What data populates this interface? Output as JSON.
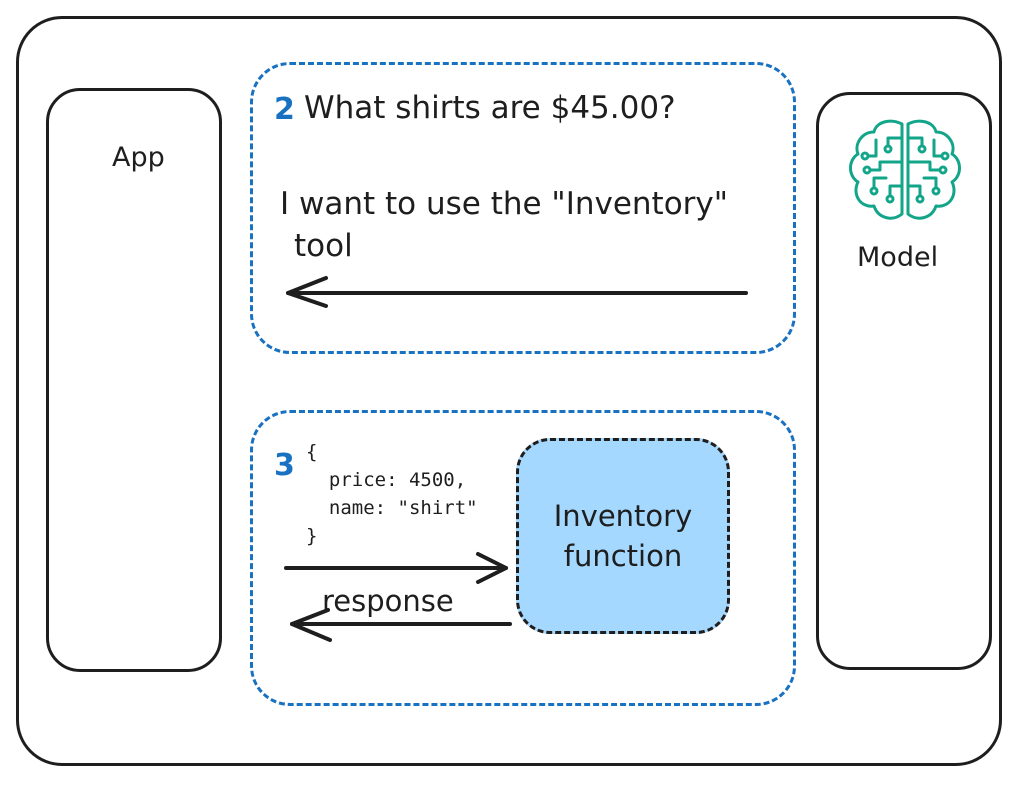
{
  "lanes": {
    "app": {
      "label": "App"
    },
    "model": {
      "label": "Model",
      "icon": "brain-circuit-icon",
      "icon_color": "#12a58a"
    }
  },
  "step2": {
    "number": "2",
    "question": "What shirts are $45.00?",
    "reply_line1": "I want to use the \"Inventory\"",
    "reply_line2": "tool"
  },
  "step3": {
    "number": "3",
    "json_lines": [
      "{",
      "  price: 4500,",
      "  name: \"shirt\"",
      "}"
    ],
    "function_line1": "Inventory",
    "function_line2": "function",
    "response_label": "response"
  },
  "colors": {
    "step_border": "#1971c2",
    "function_fill": "#a5d8ff",
    "stroke": "#1e1e1e"
  }
}
